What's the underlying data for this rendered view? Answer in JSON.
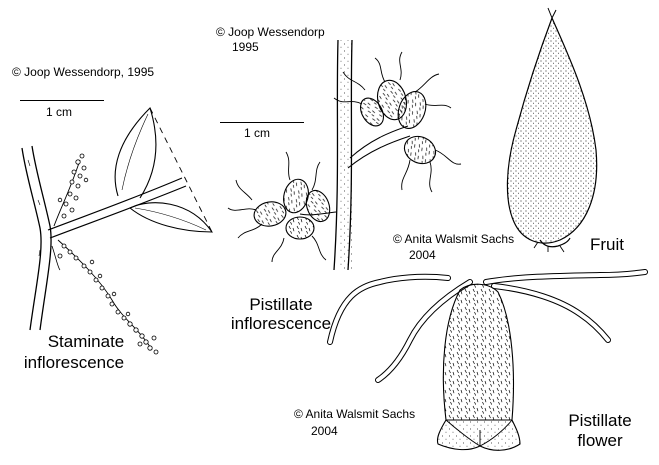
{
  "credits": {
    "staminate": "© Joop Wessendorp, 1995",
    "pistillate_infl": [
      "© Joop Wessendorp",
      "1995"
    ],
    "fruit": [
      "© Anita Walsmit Sachs",
      "2004"
    ],
    "pistillate_flower": [
      "© Anita Walsmit Sachs",
      "2004"
    ]
  },
  "scale_labels": {
    "left": "1 cm",
    "middle": "1 cm"
  },
  "labels": {
    "staminate": [
      "Staminate",
      "inflorescence"
    ],
    "pistillate_infl": [
      "Pistillate",
      "inflorescence"
    ],
    "fruit": "Fruit",
    "pistillate_flower": [
      "Pistillate",
      "flower"
    ]
  },
  "colors": {
    "ink": "#000000",
    "paper": "#ffffff"
  }
}
